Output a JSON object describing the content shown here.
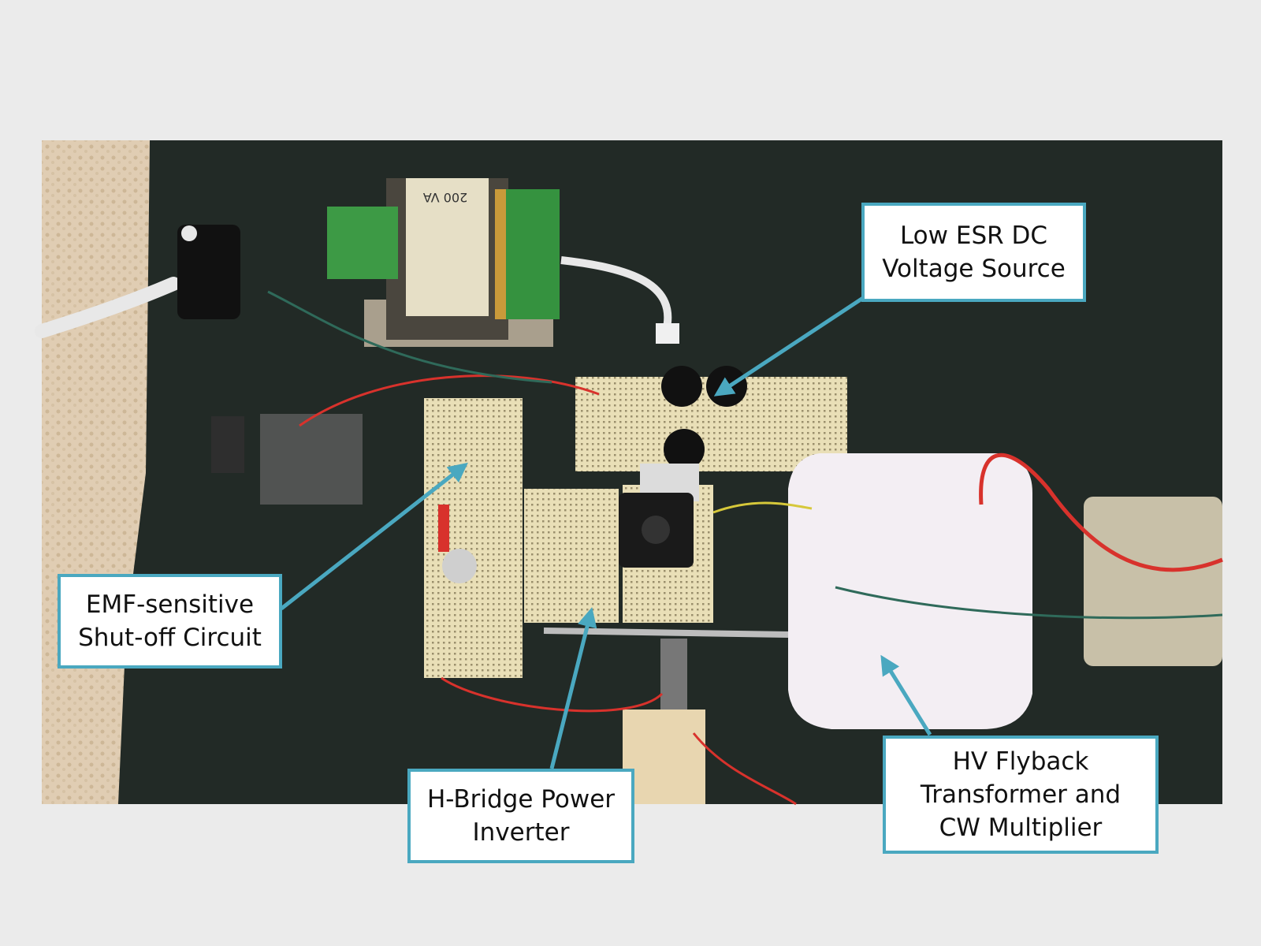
{
  "colors": {
    "background": "#ebebeb",
    "callout_border": "#4aa8c0",
    "arrow": "#4aa8c0",
    "board": "#222a26",
    "carpet": "#e0cdb3",
    "breadboard": "#e9dfb7",
    "wire_red": "#d8322c",
    "flyback_white": "#f3eef3"
  },
  "callouts": {
    "low_esr": {
      "line1": "Low ESR DC",
      "line2": "Voltage Source"
    },
    "emf": {
      "line1": "EMF-sensitive",
      "line2": "Shut-off Circuit"
    },
    "hbridge": {
      "line1": "H-Bridge Power",
      "line2": "Inverter"
    },
    "hv": {
      "line1": "HV Flyback",
      "line2": "Transformer and",
      "line3": "CW Multiplier"
    }
  },
  "photo_labels": {
    "transformer_rating": "200 VA"
  }
}
